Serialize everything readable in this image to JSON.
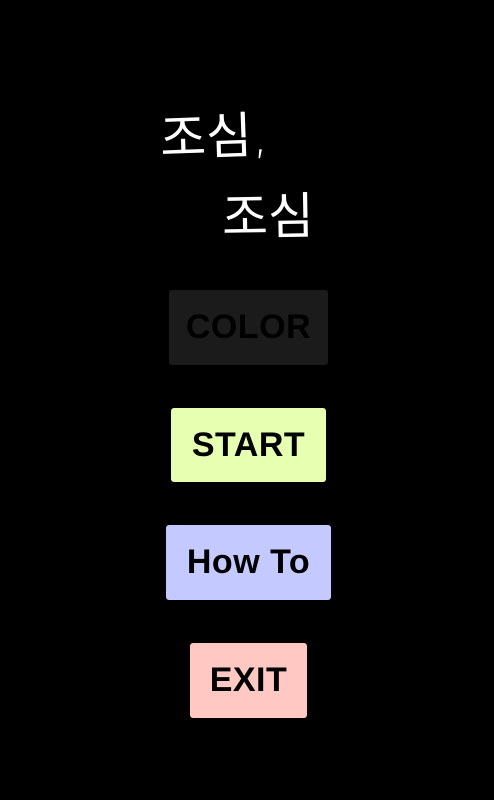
{
  "title": {
    "line1": "조심,",
    "line2": "조심"
  },
  "menu": {
    "color_label": "COLOR",
    "start_label": "START",
    "howto_label": "How To",
    "exit_label": "EXIT"
  },
  "colors": {
    "background": "#000000",
    "color_button": "#1b1b1b",
    "start_button": "#e6ffb0",
    "howto_button": "#c4c9ff",
    "exit_button": "#ffc8c2"
  }
}
